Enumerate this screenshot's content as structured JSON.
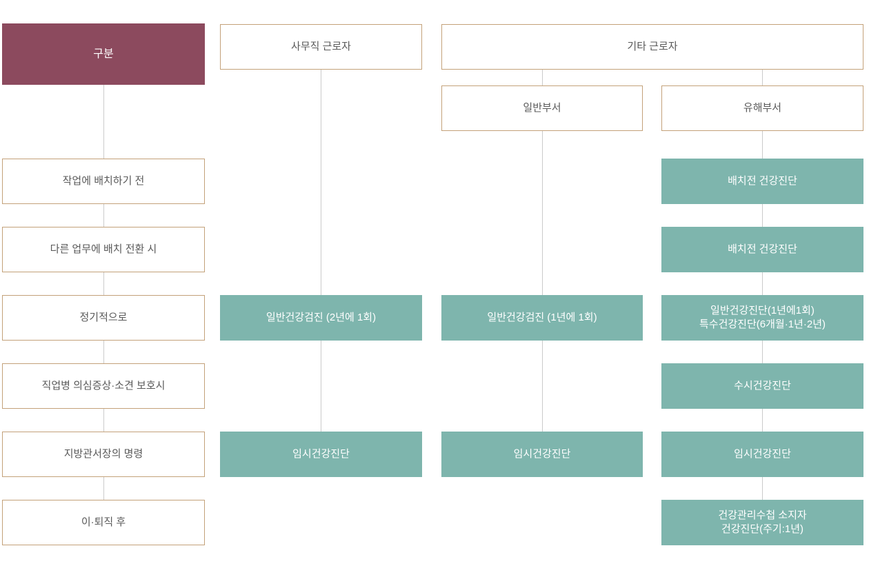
{
  "colors": {
    "category_header_bg": "#8c4a5e",
    "exam_box_bg": "#7eb5ad",
    "outline_border": "#c3a179",
    "outline_text": "#595959",
    "connector_line": "#cbcbcb",
    "box_text_light": "#ffffff"
  },
  "header": {
    "category": "구분",
    "office_worker": "사무직 근로자",
    "other_worker": "기타 근로자",
    "general_dept": "일반부서",
    "hazardous_dept": "유해부서"
  },
  "timing_rows": [
    "작업에 배치하기 전",
    "다른 업무에 배치 전환 시",
    "정기적으로",
    "직업병 의심증상·소견 보호시",
    "지방관서장의 명령",
    "이·퇴직 후"
  ],
  "office_worker_exams": {
    "periodic": "일반건강검진 (2년에 1회)",
    "temporary": "임시건강진단"
  },
  "general_dept_exams": {
    "periodic": "일반건강검진 (1년에 1회)",
    "temporary": "임시건강진단"
  },
  "hazardous_dept_exams": {
    "pre_placement": "배치전 건강진단",
    "pre_transfer": "배치전 건강진단",
    "periodic": "일반건강진단(1년에1회)\n특수건강진단(6개월·1년·2년)",
    "occasional": "수시건강진단",
    "temporary": "임시건강진단",
    "handbook": "건강관리수첩 소지자\n건강진단(주기:1년)"
  }
}
